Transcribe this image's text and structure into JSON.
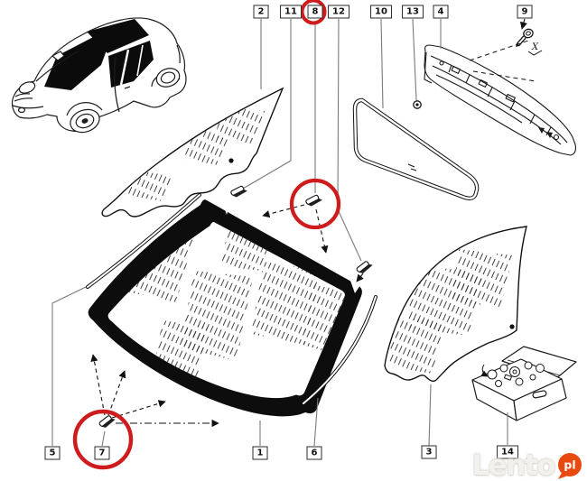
{
  "callouts": {
    "top": [
      "2",
      "11",
      "8",
      "12",
      "10",
      "13",
      "4",
      "9"
    ],
    "bottom": [
      "5",
      "7",
      "1",
      "6",
      "3",
      "14"
    ]
  },
  "markers": {
    "x_label": "X"
  },
  "watermark": {
    "brand": "Lento",
    "suffix": "pl"
  },
  "colors": {
    "highlight": "#cf1b1b",
    "watermark_badge": "#e8490e",
    "outline": "#141414",
    "leader": "#7a7a7a"
  }
}
